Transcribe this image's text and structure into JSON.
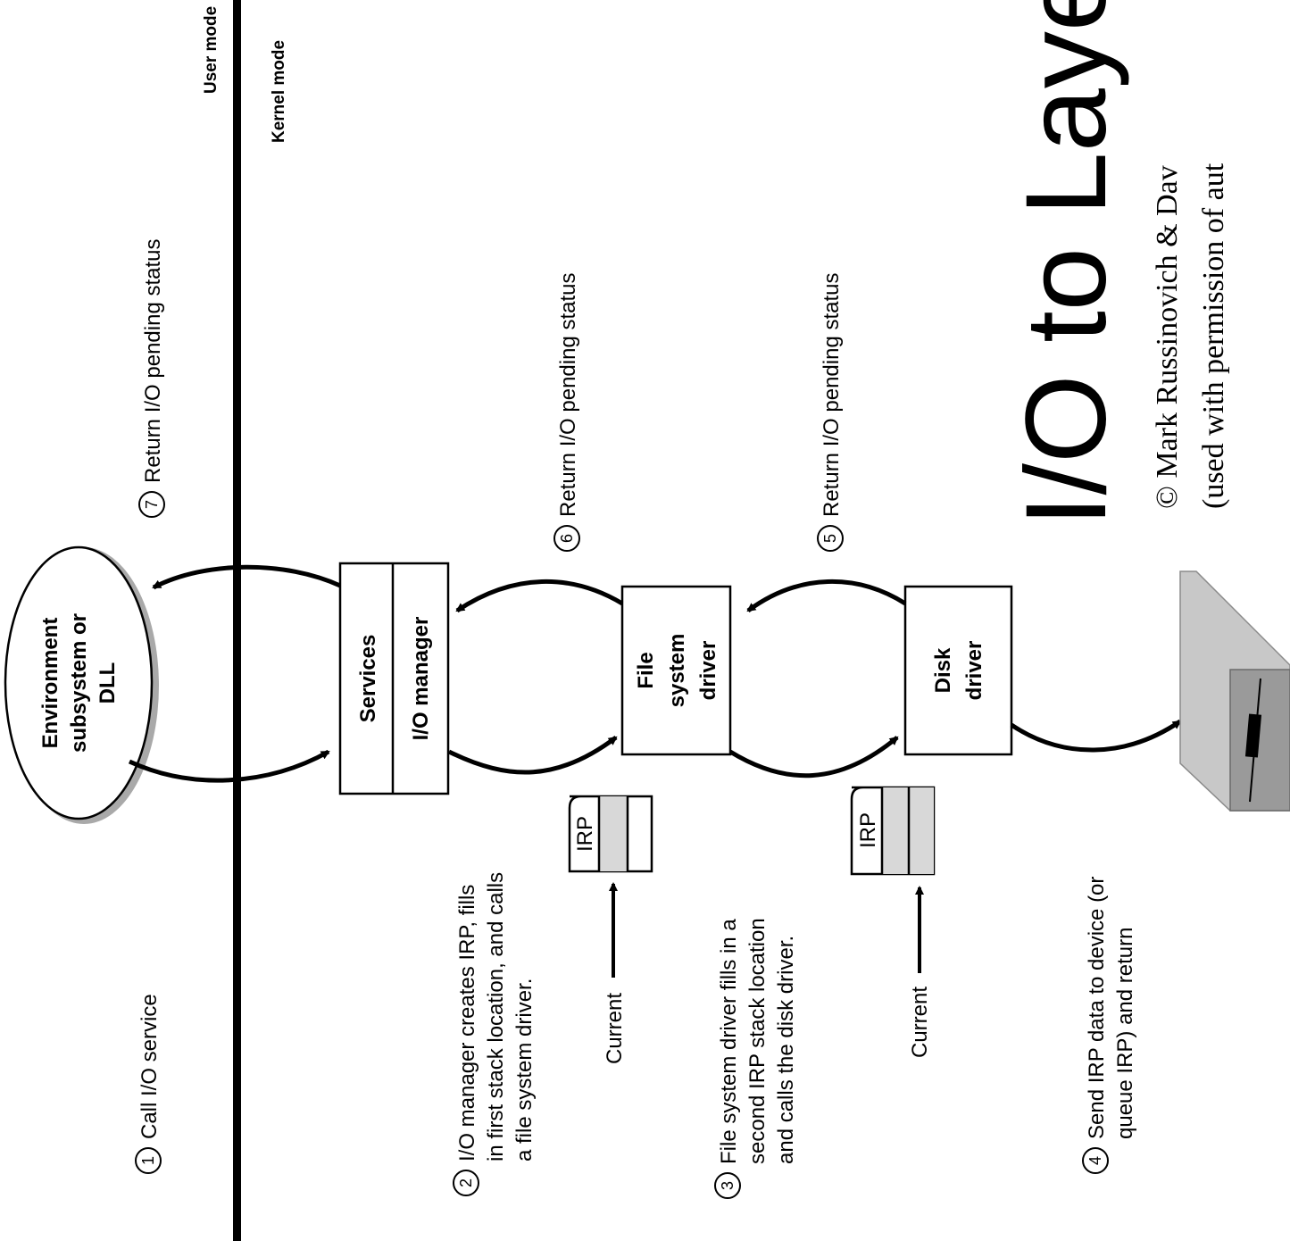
{
  "modes": {
    "user": "User mode",
    "kernel": "Kernel mode"
  },
  "title": "I/O to Layer",
  "credit": {
    "line1": "© Mark Russinovich & Dav",
    "line2": "(used with permission of aut"
  },
  "nodes": {
    "env": [
      "Environment",
      "subsystem or",
      "DLL"
    ],
    "services": "Services",
    "io_manager": "I/O manager",
    "fs_driver": [
      "File",
      "system",
      "driver"
    ],
    "disk_driver": [
      "Disk",
      "driver"
    ]
  },
  "steps": {
    "s1": {
      "num": "1",
      "lines": [
        "Call I/O service"
      ]
    },
    "s2": {
      "num": "2",
      "lines": [
        "I/O manager creates IRP, fills",
        "in first stack location, and calls",
        "a file system driver."
      ]
    },
    "s3": {
      "num": "3",
      "lines": [
        "File system driver fills in a",
        "second IRP stack location",
        "and calls the disk driver."
      ]
    },
    "s4": {
      "num": "4",
      "lines": [
        "Send IRP data to device (or",
        "queue IRP) and return"
      ]
    },
    "s5": {
      "num": "5",
      "lines": [
        "Return I/O pending status"
      ]
    },
    "s6": {
      "num": "6",
      "lines": [
        "Return I/O pending status"
      ]
    },
    "s7": {
      "num": "7",
      "lines": [
        "Return I/O pending status"
      ]
    }
  },
  "irp": {
    "label": "IRP",
    "current": "Current"
  },
  "colors": {
    "shadow": "#a9a9a9",
    "irp_fill": "#d8d8d8",
    "device_top": "#c8c8c8",
    "device_side": "#9a9a9a"
  }
}
